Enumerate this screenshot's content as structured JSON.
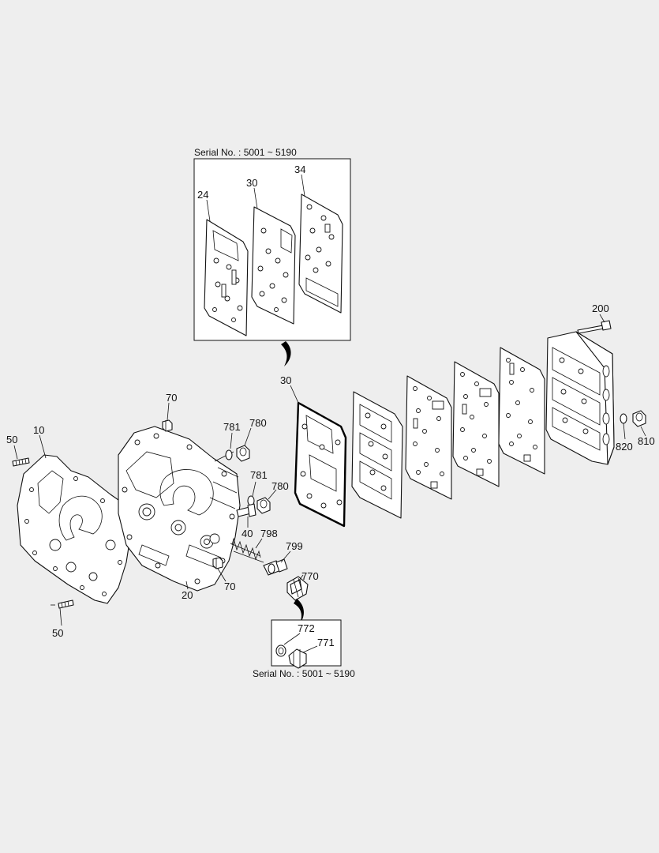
{
  "serial_top": "Serial No.  : 5001 ~ 5190",
  "serial_bottom": "Serial No.  : 5001 ~ 5190",
  "labels": {
    "p10": "10",
    "p20": "20",
    "p24": "24",
    "p30_inset": "30",
    "p34": "34",
    "p30_main": "30",
    "p40": "40",
    "p50_top": "50",
    "p50_bottom": "50",
    "p70_top": "70",
    "p70_bottom": "70",
    "p200": "200",
    "p770": "770",
    "p771": "771",
    "p772": "772",
    "p780_top": "780",
    "p780_mid": "780",
    "p781_top": "781",
    "p781_mid": "781",
    "p798": "798",
    "p799": "799",
    "p810": "810",
    "p820": "820"
  }
}
